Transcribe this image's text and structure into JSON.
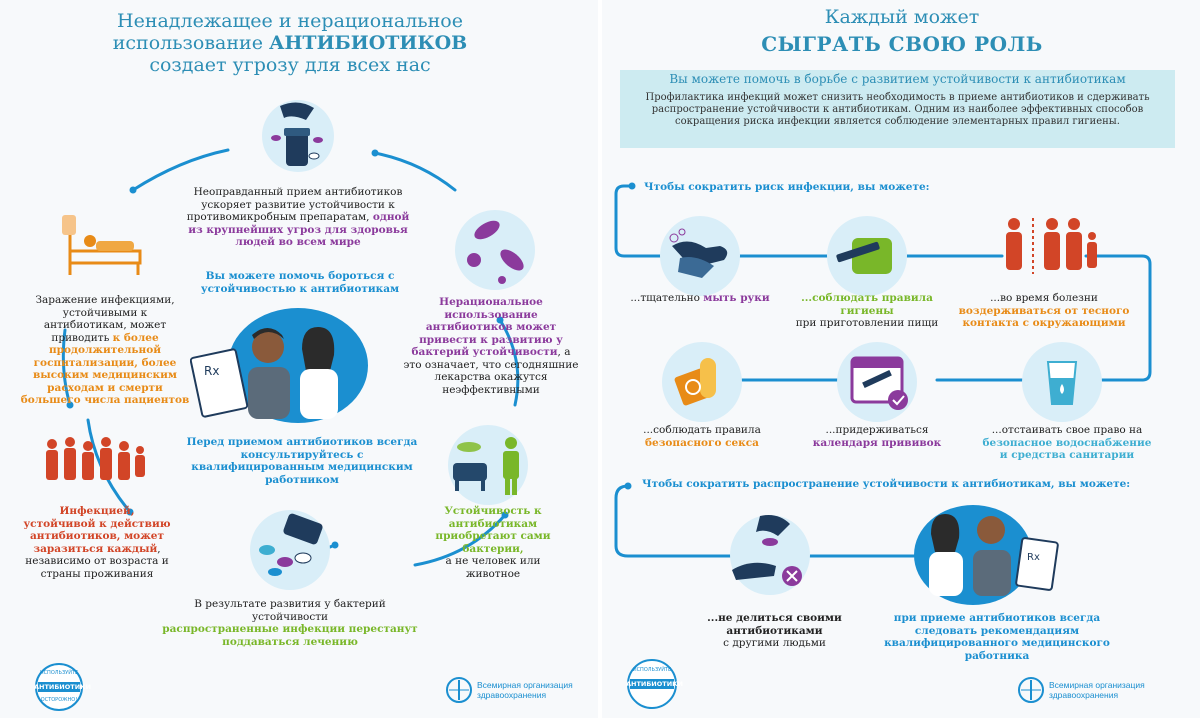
{
  "left": {
    "title_line1": "Ненадлежащее и нерациональное",
    "title_line2_normal": "использование ",
    "title_line2_bold": "АНТИБИОТИКОВ",
    "title_line3": "создает угрозу для всех нас",
    "item_top_a": "Неоправданный прием антибиотиков ускоряет развитие устойчивости к противомикробным препаратам, ",
    "item_top_b": "одной из крупнейших угроз для здоровья людей во всем мире",
    "item_right_a": "Нерациональное использование антибиотиков может привести к развитию у бактерий устойчивости",
    "item_right_b": ", а это означает, что сегодняшние лекарства окажутся неэффективными",
    "item_lowright_a": "Устойчивость к антибиотикам приобретают сами бактерии,",
    "item_lowright_b": "а не человек или животное",
    "item_bottom_a": "В результате развития у бактерий устойчивости",
    "item_bottom_b": "распространенные инфекции перестанут поддаваться лечению",
    "item_lowleft_a": "Инфекцией, устойчивой к действию антибиотиков, может заразиться каждый",
    "item_lowleft_b": ", независимо от возраста и страны проживания",
    "item_left_a": "Заражение инфекциями, устойчивыми к антибиотикам, может приводить ",
    "item_left_b": "к более продолжительной госпитализации, более высоким медицинским расходам и смерти большего числа пациентов",
    "center_top": "Вы можете помочь бороться с устойчивостью к антибиотикам",
    "center_bottom": "Перед приемом антибиотиков всегда консультируйтесь с квалифицированным медицинским работником",
    "badge_top": "ИСПОЛЬЗУЙТЕ",
    "badge_mid": "АНТИБИОТИКИ",
    "badge_bottom": "ОСТОРОЖНО!",
    "who_line1": "Всемирная организация",
    "who_line2": "здравоохранения"
  },
  "right": {
    "title_line1": "Каждый может",
    "title_line2": "СЫГРАТЬ СВОЮ РОЛЬ",
    "callout_head": "Вы можете помочь в борьбе с развитием устойчивости к антибиотикам",
    "callout_body": "Профилактика инфекций может снизить необходимость в приеме антибиотиков и сдерживать распространение устойчивости к антибиотикам. Одним из наиболее эффективных способов сокращения риска инфекции является соблюдение элементарных правил гигиены.",
    "section1_head": "Чтобы сократить риск инфекции, вы можете:",
    "s1_item1_a": "...тщательно ",
    "s1_item1_b": "мыть руки",
    "s1_item2_a": "...соблюдать правила гигиены",
    "s1_item2_b": "при приготовлении пищи",
    "s1_item3_a": "...во время болезни",
    "s1_item3_b": "воздерживаться от тесного контакта с окружающими",
    "s1_item4_a": "...соблюдать правила",
    "s1_item4_b": "безопасного секса",
    "s1_item5_a": "...придерживаться",
    "s1_item5_b": "календаря прививок",
    "s1_item6_a": "...отстаивать свое право на",
    "s1_item6_b": "безопасное водоснабжение и средства санитарии",
    "section2_head": "Чтобы сократить распространение устойчивости к антибиотикам, вы можете:",
    "s2_item1_a": "...не делиться своими антибиотиками",
    "s2_item1_b": "с другими людьми",
    "s2_item2": "при приеме антибиотиков всегда следовать рекомендациям квалифицированного медицинского работника",
    "badge_top": "ИСПОЛЬЗУЙТЕ",
    "badge_mid": "АНТИБИОТИКИ",
    "badge_bottom": "ОСТОРОЖНО!",
    "who_line1": "Всемирная организация",
    "who_line2": "здравоохранения"
  },
  "colors": {
    "accent_blue": "#1b8fd0",
    "title_blue": "#2d8eb5",
    "purple": "#8b3a9c",
    "green": "#79b729",
    "orange": "#e88b17",
    "teal": "#3eaed1",
    "light_circle": "#d9eef8",
    "callout_bg": "#cdebf1"
  }
}
